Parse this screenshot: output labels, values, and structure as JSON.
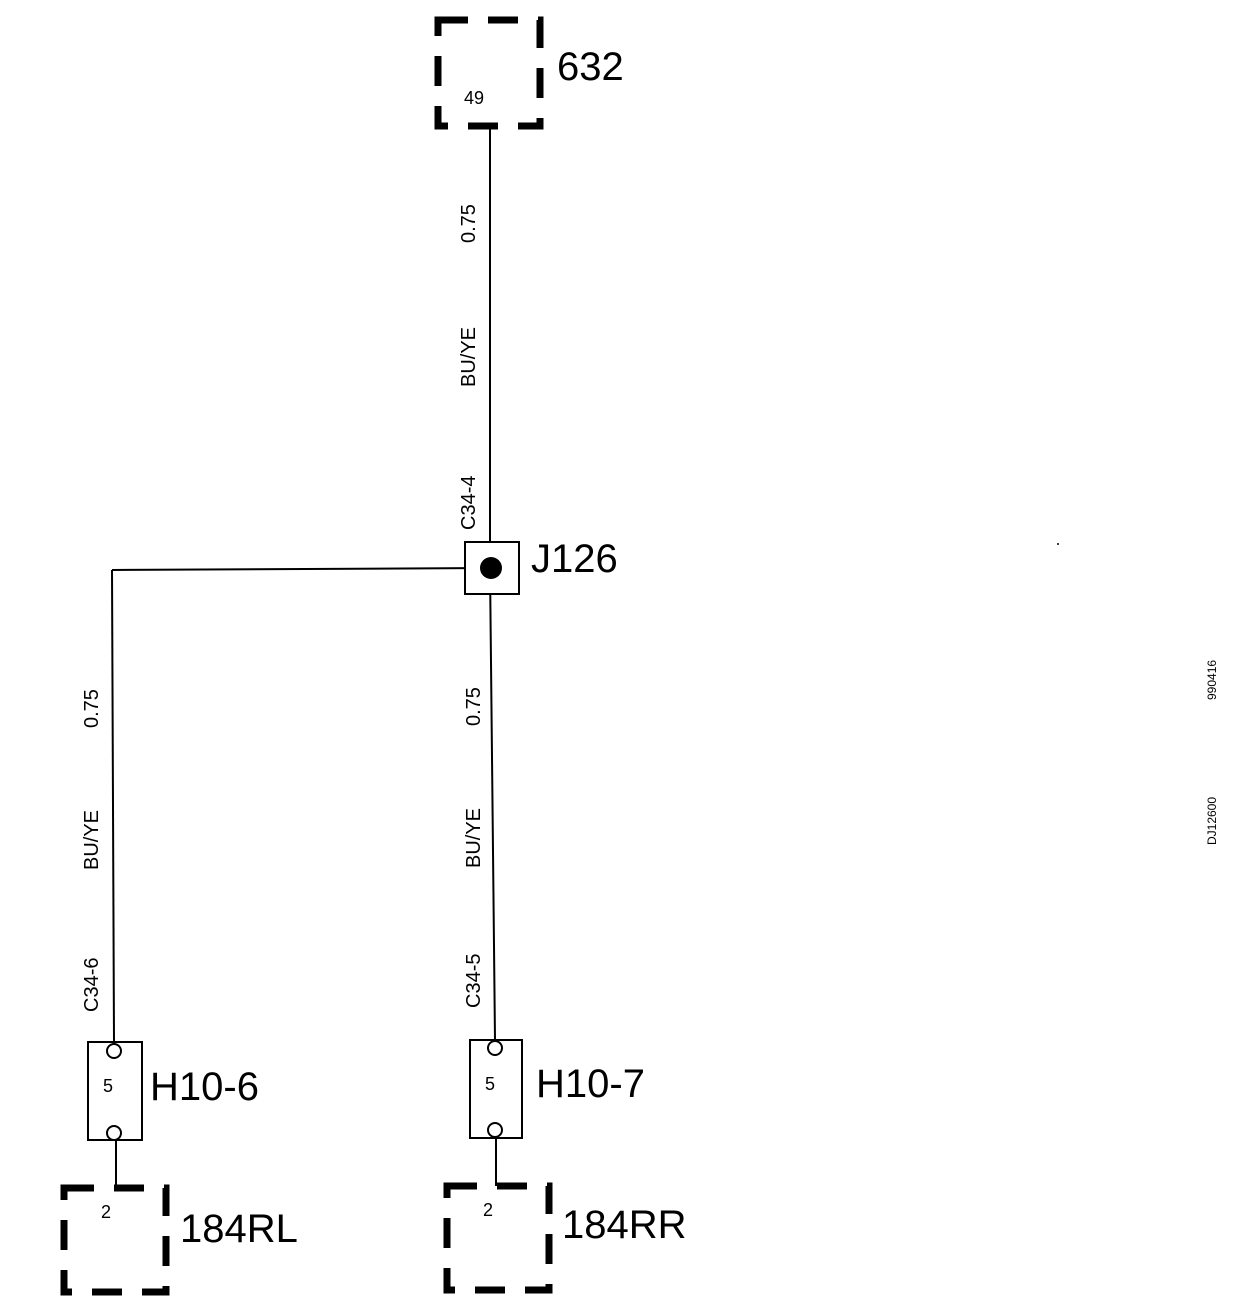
{
  "components": {
    "top_connector": {
      "id": "632",
      "pin": "49"
    },
    "splice": {
      "id": "J126"
    },
    "fuse_left": {
      "id": "H10-6",
      "rating": "5"
    },
    "fuse_right": {
      "id": "H10-7",
      "rating": "5"
    },
    "bottom_left_connector": {
      "id": "184RL",
      "pin": "2"
    },
    "bottom_right_connector": {
      "id": "184RR",
      "pin": "2"
    }
  },
  "wires": {
    "top_segment": {
      "size": "0.75",
      "color": "BU/YE",
      "connector_pin": "C34-4"
    },
    "left_segment": {
      "size": "0.75",
      "color": "BU/YE",
      "connector_pin": "C34-6"
    },
    "right_segment": {
      "size": "0.75",
      "color": "BU/YE",
      "connector_pin": "C34-5"
    }
  },
  "side_codes": {
    "date_code": "990416",
    "drawing_code": "DJ12600"
  }
}
